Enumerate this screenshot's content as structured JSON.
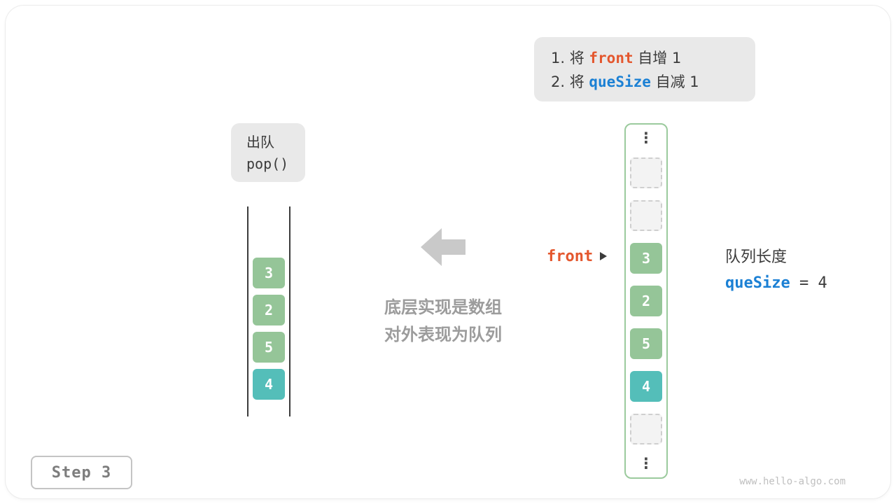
{
  "colors": {
    "green": "#95C598",
    "teal": "#54BEB9",
    "orange": "#E4572E",
    "blue": "#1B80D4",
    "box-gray": "#E9E9E9",
    "text-dark": "#3B3B3B",
    "text-gray": "#9C9C9C",
    "arrow-gray": "#C9C9C9",
    "border-green": "#9BCA9D",
    "empty-fill": "#F3F3F3",
    "empty-border": "#CFCFCF",
    "step-text": "#7D7D7D",
    "watermark": "#BFBFBF"
  },
  "instruction_box": {
    "line1_prefix": "1. 将 ",
    "line1_code": "front",
    "line1_suffix": " 自增 1",
    "line2_prefix": "2. 将 ",
    "line2_code": "queSize",
    "line2_suffix": " 自减 1"
  },
  "operation_box": {
    "title": "出队",
    "code": "pop()"
  },
  "abstract_queue": {
    "cells": [
      {
        "value": "3",
        "color": "green"
      },
      {
        "value": "2",
        "color": "green"
      },
      {
        "value": "5",
        "color": "green"
      },
      {
        "value": "4",
        "color": "teal"
      }
    ]
  },
  "caption": {
    "line1": "底层实现是数组",
    "line2": "对外表现为队列"
  },
  "front_pointer": {
    "label": "front"
  },
  "array_view": {
    "ellipsis": "⋮",
    "cells": [
      {
        "type": "empty",
        "value": ""
      },
      {
        "type": "empty",
        "value": ""
      },
      {
        "type": "filled",
        "value": "3",
        "color": "green"
      },
      {
        "type": "filled",
        "value": "2",
        "color": "green"
      },
      {
        "type": "filled",
        "value": "5",
        "color": "green"
      },
      {
        "type": "filled",
        "value": "4",
        "color": "teal"
      },
      {
        "type": "empty",
        "value": ""
      }
    ]
  },
  "queue_length": {
    "label": "队列长度",
    "code": "queSize",
    "value": "= 4"
  },
  "step_badge": "Step 3",
  "watermark": "www.hello-algo.com"
}
